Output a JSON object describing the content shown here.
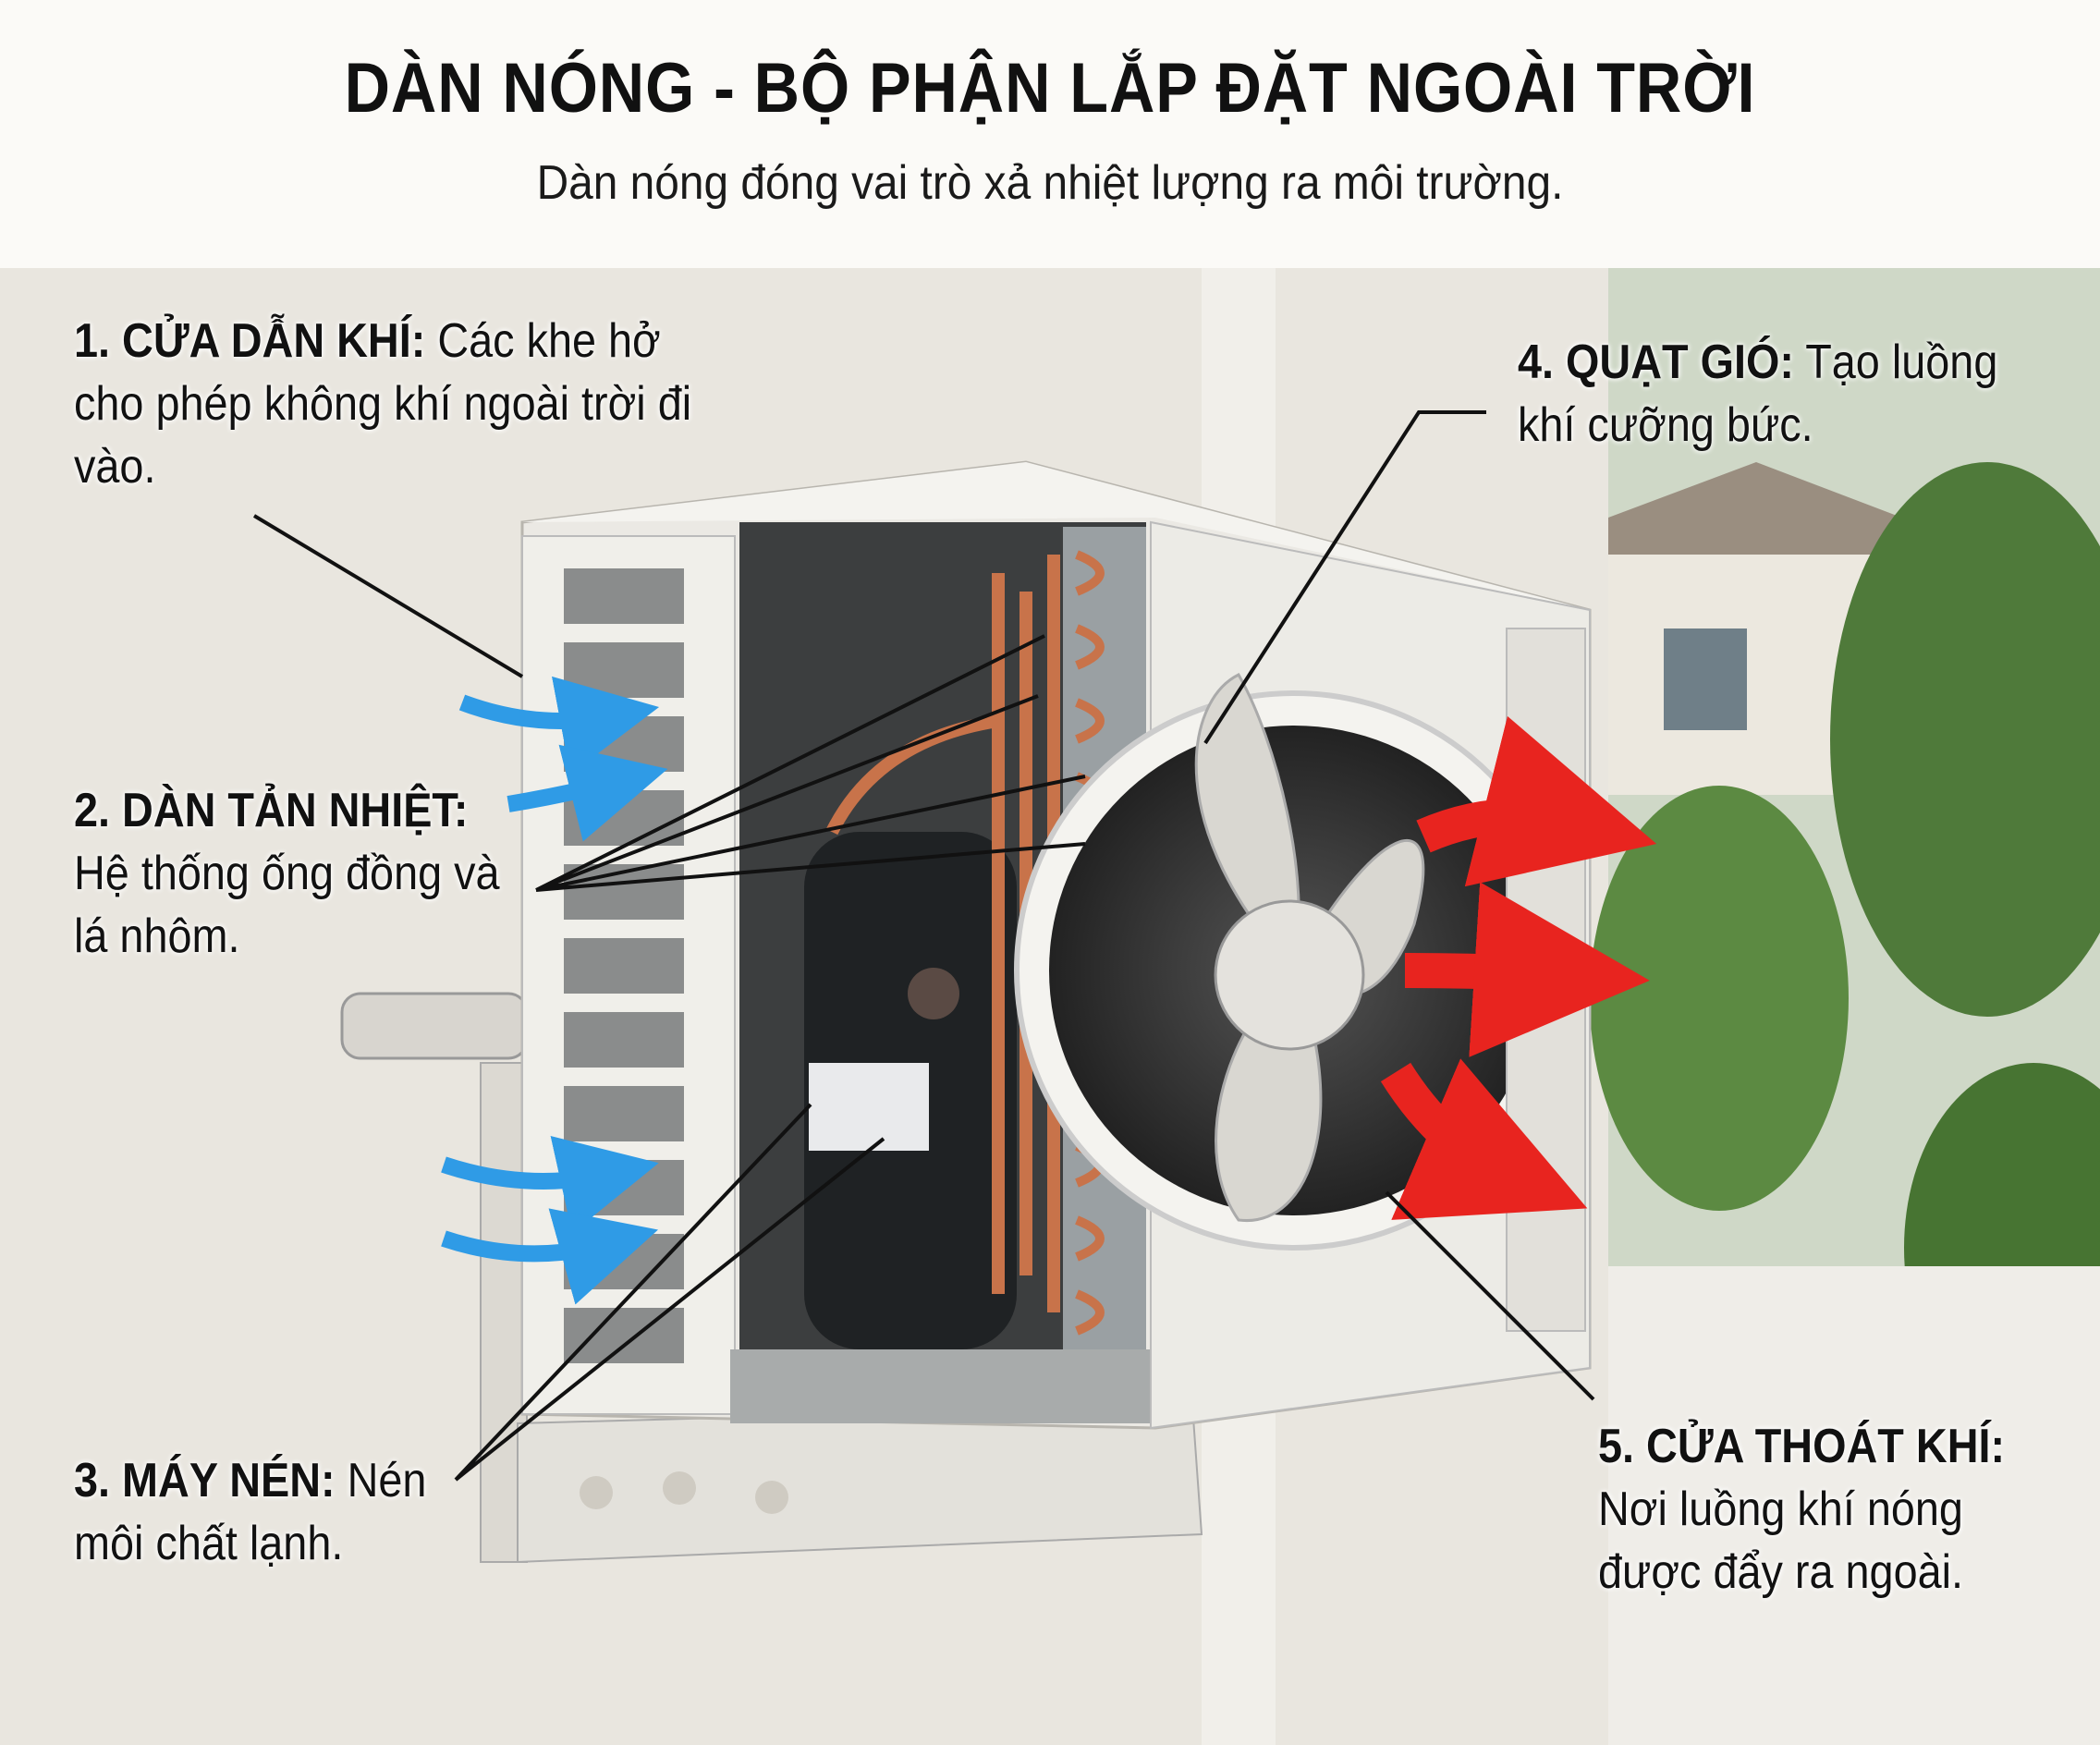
{
  "title": "DÀN NÓNG - BỘ PHẬN LẮP ĐẶT NGOÀI TRỜI",
  "subtitle": "Dàn nóng đóng vai trò xả nhiệt lượng ra môi trường.",
  "labels": [
    {
      "heading": "1. CỬA DẪN KHÍ:",
      "text": "Các khe hở cho phép không khí ngoài trời đi vào."
    },
    {
      "heading": "2. DÀN TẢN NHIỆT:",
      "text": "Hệ thống ống đồng và lá nhôm."
    },
    {
      "heading": "3. MÁY NÉN:",
      "text": "Nén môi chất lạnh."
    },
    {
      "heading": "4. QUẠT GIÓ:",
      "text": "Tạo luồng khí cưỡng bức."
    },
    {
      "heading": "5. CỬA THOÁT KHÍ:",
      "text": "Nơi luồng khí nóng được đẩy ra ngoài."
    }
  ],
  "colors": {
    "intake_arrow": "#2f9be6",
    "exhaust_arrow": "#e8241f",
    "copper": "#c8734a"
  }
}
